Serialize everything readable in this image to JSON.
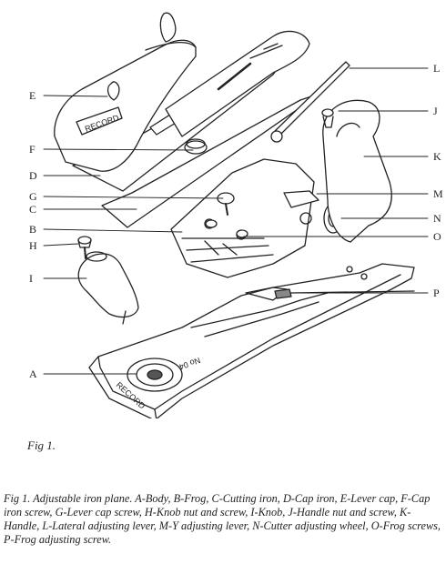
{
  "part_labels": {
    "A": "A",
    "B": "B",
    "C": "C",
    "D": "D",
    "E": "E",
    "F": "F",
    "G": "G",
    "H": "H",
    "I": "I",
    "J": "J",
    "K": "K",
    "L": "L",
    "M": "M",
    "N": "N",
    "O": "O",
    "P": "P"
  },
  "embossed_text": {
    "lever_cap": "RECORD",
    "body": "RECORD",
    "body_model": "No 04"
  },
  "figure_label": "Fig 1.",
  "caption": "Fig 1. Adjustable iron plane. A-Body, B-Frog, C-Cutting iron, D-Cap iron, E-Lever cap, F-Cap iron screw, G-Lever cap screw, H-Knob nut and screw, I-Knob, J-Handle nut and screw, K-Handle, L-Lateral adjusting lever, M-Y adjusting lever, N-Cutter adjusting wheel, O-Frog screws, P-Frog adjusting screw."
}
